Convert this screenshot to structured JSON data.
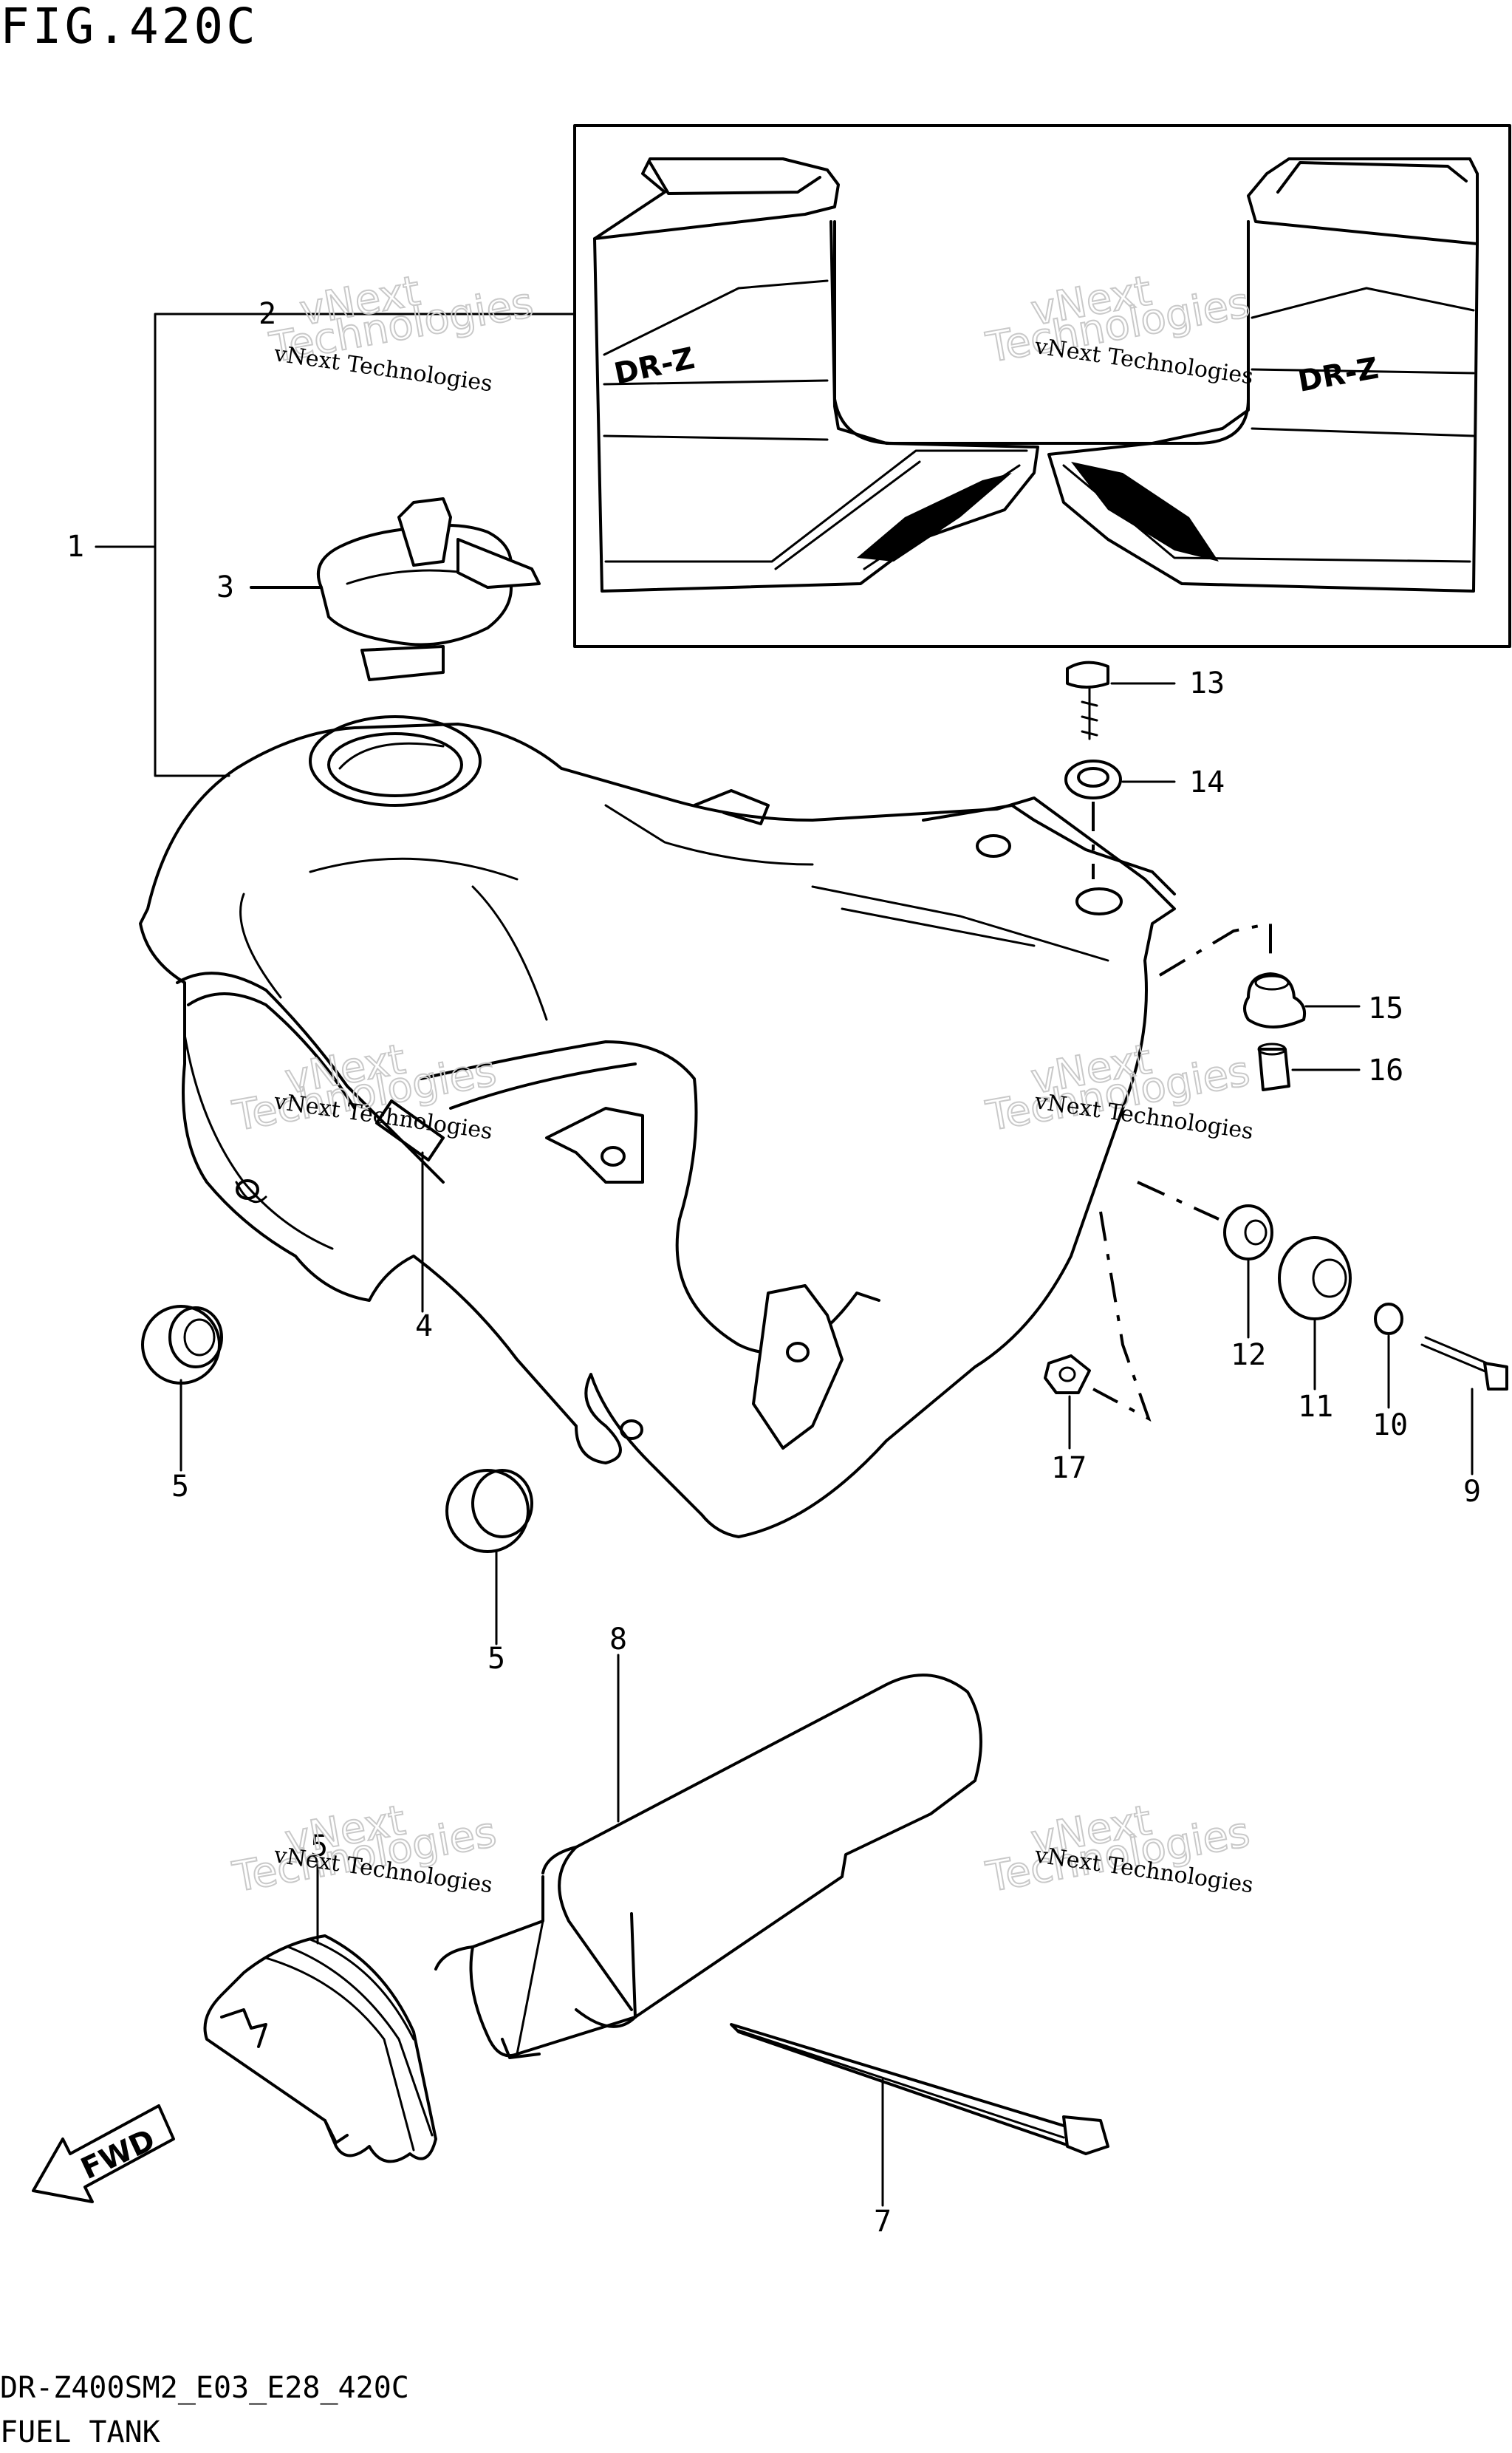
{
  "figure": {
    "title": "FIG.420C",
    "model_code": "DR-Z400SM2_E03_E28_420C",
    "section_name": "FUEL TANK"
  },
  "callouts": [
    {
      "id": "1",
      "text": "1"
    },
    {
      "id": "2",
      "text": "2"
    },
    {
      "id": "3",
      "text": "3"
    },
    {
      "id": "4",
      "text": "4"
    },
    {
      "id": "5a",
      "text": "5"
    },
    {
      "id": "5b",
      "text": "5"
    },
    {
      "id": "5c",
      "text": "5"
    },
    {
      "id": "7",
      "text": "7"
    },
    {
      "id": "8",
      "text": "8"
    },
    {
      "id": "9",
      "text": "9"
    },
    {
      "id": "10",
      "text": "10"
    },
    {
      "id": "11",
      "text": "11"
    },
    {
      "id": "12",
      "text": "12"
    },
    {
      "id": "13",
      "text": "13"
    },
    {
      "id": "14",
      "text": "14"
    },
    {
      "id": "15",
      "text": "15"
    },
    {
      "id": "16",
      "text": "16"
    },
    {
      "id": "17",
      "text": "17"
    }
  ],
  "decal_text": {
    "logo_left": "DR-Z",
    "logo_right": "DR-Z"
  },
  "direction_arrow": {
    "text": "FWD"
  },
  "watermark": {
    "line1": "vNext Technologies",
    "line2": "Technologies",
    "line3": "vNext"
  },
  "colors": {
    "ink": "#000000",
    "background": "#ffffff",
    "watermark": "#c9c9c9"
  }
}
